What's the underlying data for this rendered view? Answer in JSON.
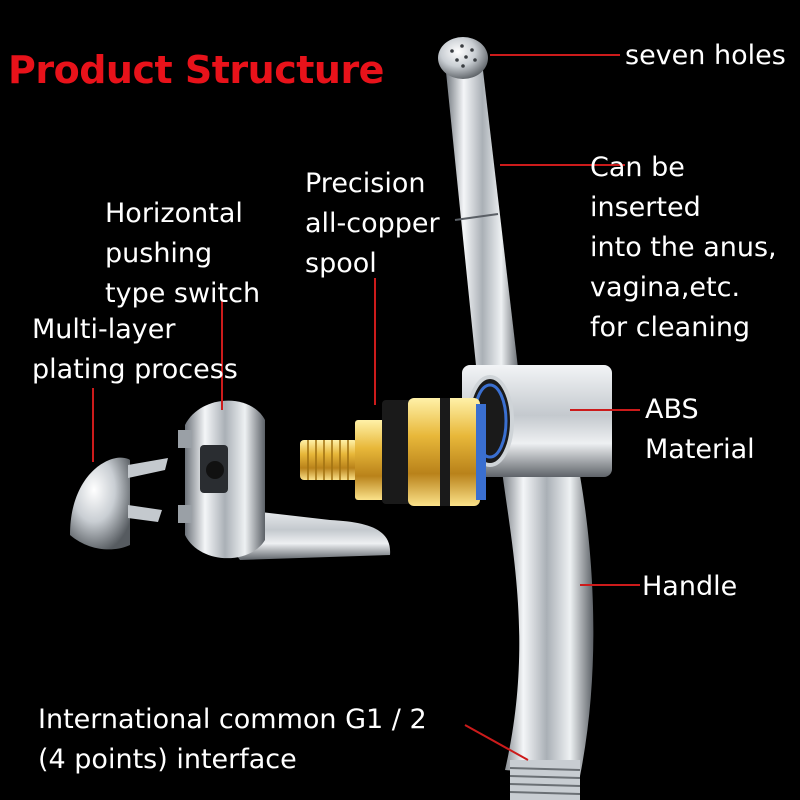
{
  "title": "Product Structure",
  "colors": {
    "title": "#e8121a",
    "background": "#000000",
    "label_text": "#ffffff",
    "leader_line": "#cc1b1b",
    "brass": "#d9a520",
    "chrome": "#d8dde2"
  },
  "labels": {
    "seven_holes": "seven holes",
    "insertable": "Can be\ninserted\ninto the anus,\nvagina,etc.\nfor cleaning",
    "spool": "Precision\nall-copper\nspool",
    "switch": "Horizontal\npushing\ntype switch",
    "plating": "Multi-layer\nplating process",
    "abs": "ABS\nMaterial",
    "handle": "Handle",
    "interface": "International common G1 / 2\n(4 points) interface"
  }
}
